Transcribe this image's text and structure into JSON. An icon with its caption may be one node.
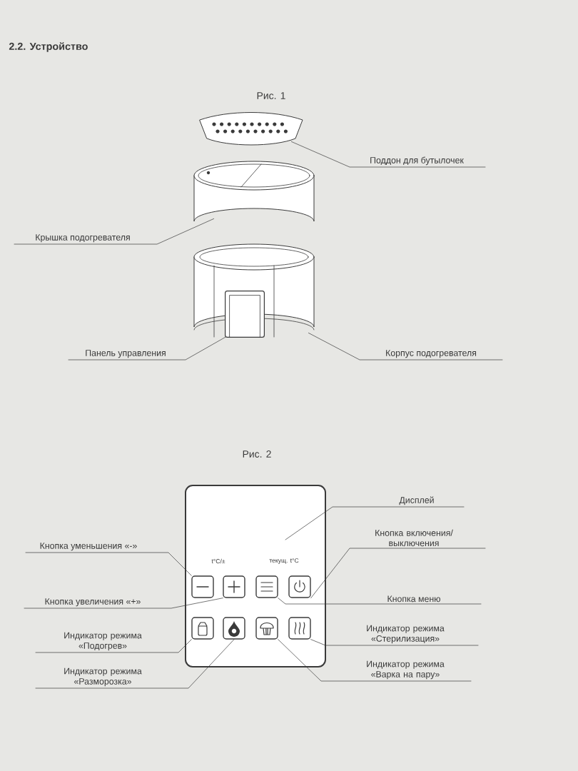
{
  "diagram": {
    "title": "2.2. Устройство",
    "nodes": [
      {
        "text": [
          "Поддон для бутылочек"
        ]
      },
      {
        "text": [],
        "shape": "picture"
      },
      {
        "text": [
          "Крышка подогревателя"
        ]
      },
      {
        "text": [],
        "shape": "cylinder"
      },
      {
        "text": [],
        "shape": "cylinder"
      },
      {
        "text": [],
        "shape": "box",
        "in": 4
      },
      {
        "text": [
          "Панель управления"
        ]
      },
      {
        "text": [
          "Корпус подогревателя"
        ]
      },
      {
        "text": [],
        "shape": "box"
      },
      {
        "text": [],
        "shape": "box",
        "in": 8
      },
      {
        "text": [],
        "shape": "box",
        "in": 8
      },
      {
        "text": [],
        "shape": "box",
        "in": 8
      },
      {
        "text": [],
        "shape": "box",
        "in": 8
      },
      {
        "text": [],
        "shape": "box",
        "in": 8
      },
      {
        "text": [],
        "shape": "box",
        "in": 8
      },
      {
        "text": [],
        "shape": "box",
        "in": 8
      },
      {
        "text": [],
        "shape": "box",
        "in": 8
      },
      {
        "text": [
          "Дисплей"
        ]
      },
      {
        "text": [
          "Кнопка включения/ выключения"
        ]
      },
      {
        "text": [
          "Кнопка уменьшения «-»"
        ]
      },
      {
        "text": [
          "Кнопка увеличения «+»"
        ]
      },
      {
        "text": [
          "Кнопка меню"
        ]
      },
      {
        "text": [
          "Индикатор режима «Подогрев»"
        ]
      },
      {
        "text": [
          "Индикатор режима «Стерилизация»"
        ]
      },
      {
        "text": [
          "Индикатор режима «Разморозка»"
        ]
      },
      {
        "text": [
          "Индикатор режима «Варка на пару»"
        ]
      }
    ],
    "edges": [
      {
        "from": 0,
        "to": 1,
        "arrow": "none"
      },
      {
        "from": 2,
        "to": 3,
        "arrow": "none"
      },
      {
        "from": 6,
        "to": 5,
        "arrow": "none"
      },
      {
        "from": 7,
        "to": 4,
        "arrow": "none"
      },
      {
        "from": 17,
        "to": null,
        "arrow": "none"
      },
      {
        "from": 18,
        "to": 12,
        "arrow": "none"
      },
      {
        "from": 19,
        "to": 9,
        "arrow": "none"
      },
      {
        "from": 20,
        "to": 10,
        "arrow": "none"
      },
      {
        "from": 21,
        "to": 11,
        "arrow": "none"
      },
      {
        "from": 22,
        "to": 13,
        "arrow": "none"
      },
      {
        "from": 23,
        "to": 16,
        "arrow": "none"
      },
      {
        "from": 24,
        "to": 14,
        "arrow": "none"
      },
      {
        "from": 25,
        "to": 15,
        "arrow": "none"
      }
    ],
    "labels": [
      "Рис. 1",
      "Рис. 2",
      "t°C/±",
      "текущ. t°C"
    ]
  }
}
